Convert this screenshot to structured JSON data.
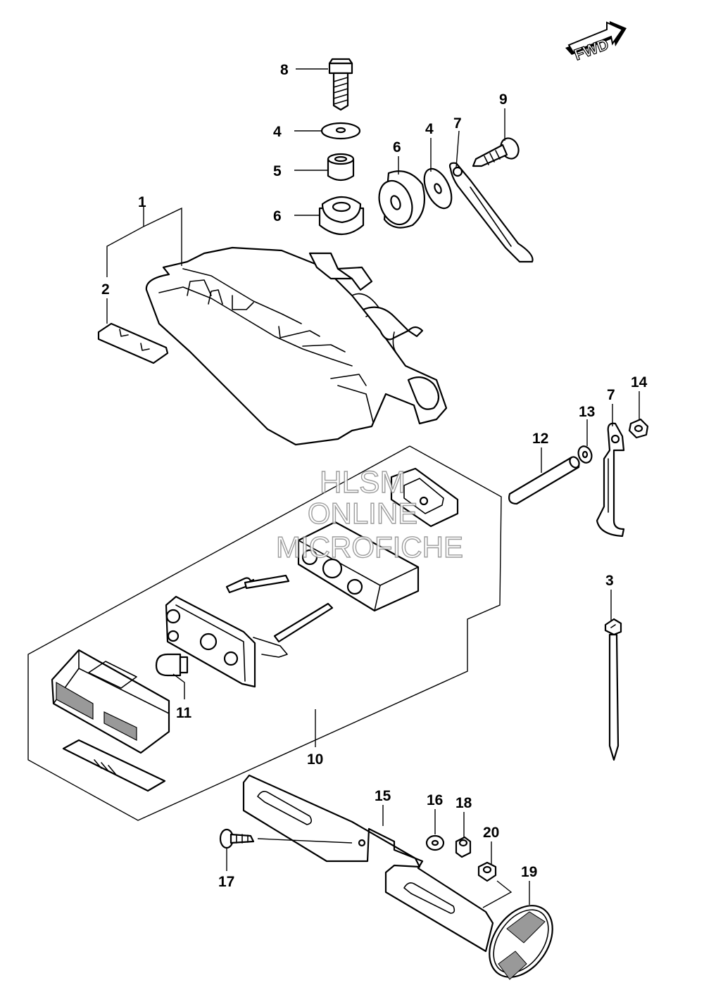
{
  "fwd_label": "FWD",
  "watermark": {
    "line1": "HLSM",
    "line2": "ONLINE",
    "line3": "MICROFICHE"
  },
  "callouts": {
    "c1": "1",
    "c2": "2",
    "c3": "3",
    "c4a": "4",
    "c4b": "4",
    "c5": "5",
    "c6a": "6",
    "c6b": "6",
    "c7a": "7",
    "c7b": "7",
    "c8": "8",
    "c9": "9",
    "c10": "10",
    "c11": "11",
    "c12": "12",
    "c13": "13",
    "c14": "14",
    "c15": "15",
    "c16": "16",
    "c17": "17",
    "c18": "18",
    "c19": "19",
    "c20": "20"
  }
}
